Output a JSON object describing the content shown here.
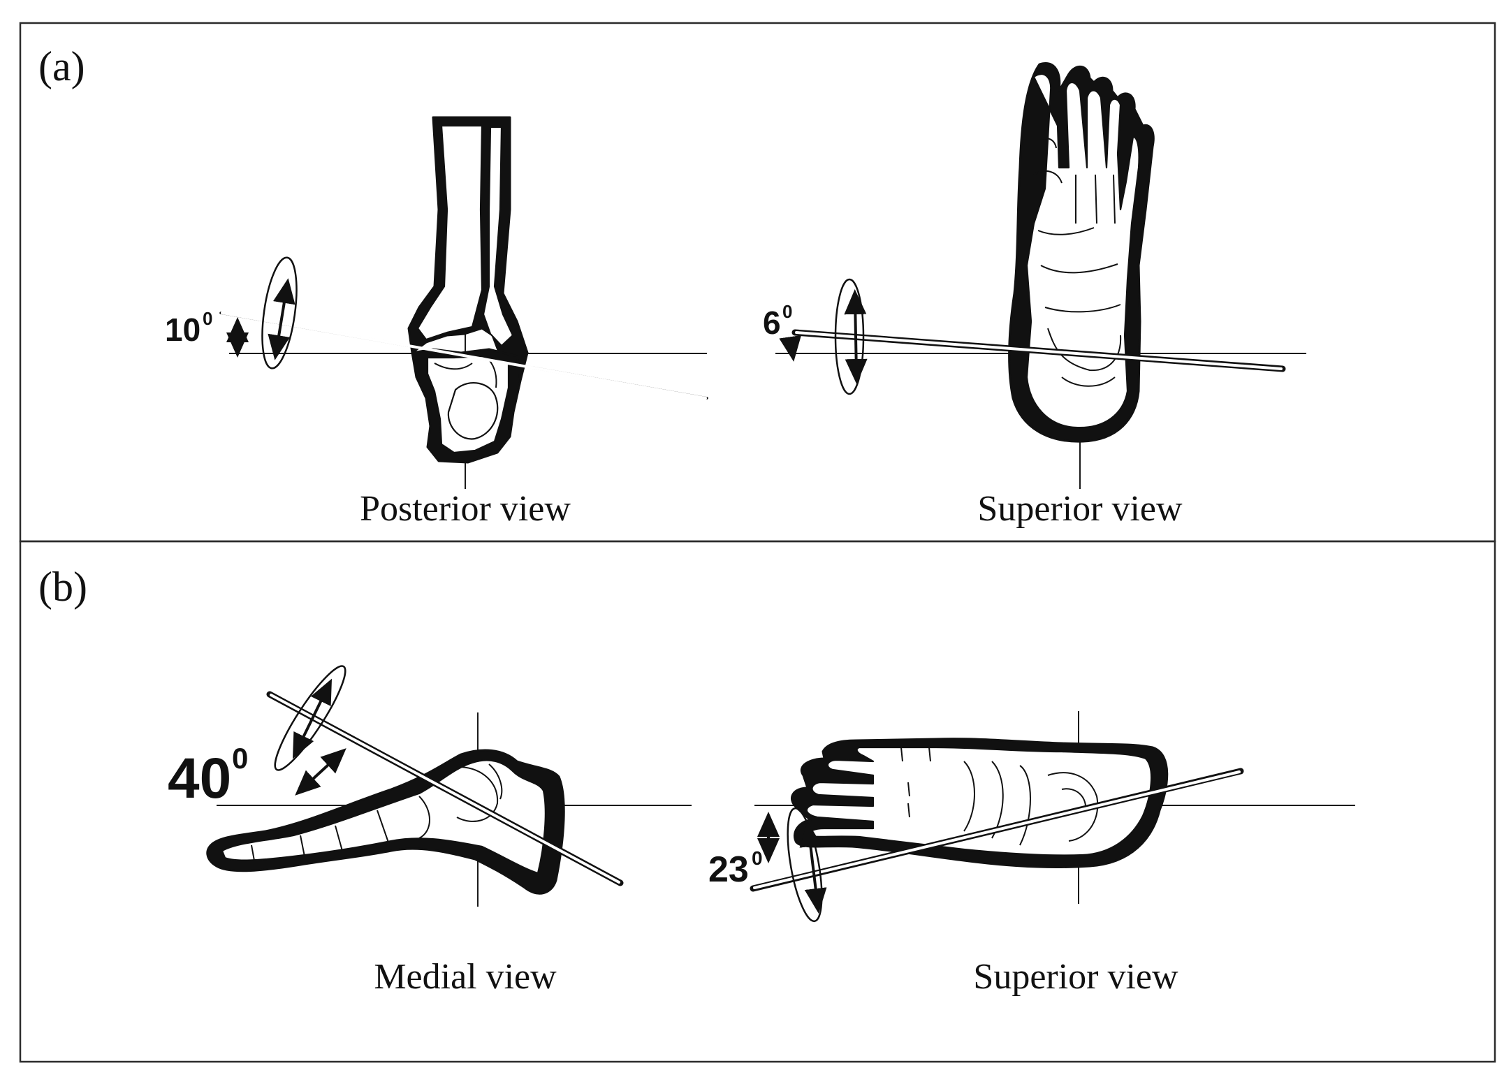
{
  "panels": [
    {
      "label": "(a)",
      "views": [
        {
          "caption": "Posterior view",
          "angle": "10",
          "angle_unit": "0"
        },
        {
          "caption": "Superior view",
          "angle": "6",
          "angle_unit": "0"
        }
      ]
    },
    {
      "label": "(b)",
      "views": [
        {
          "caption": "Medial view",
          "angle": "40",
          "angle_unit": "0"
        },
        {
          "caption": "Superior view",
          "angle": "23",
          "angle_unit": "0"
        }
      ]
    }
  ],
  "icons": [
    "posterior-ankle-icon",
    "superior-foot-icon",
    "medial-foot-icon",
    "rotation-arrow-icon"
  ],
  "colors": {
    "ink": "#111111",
    "background": "#ffffff",
    "border": "#2b2b2b"
  }
}
